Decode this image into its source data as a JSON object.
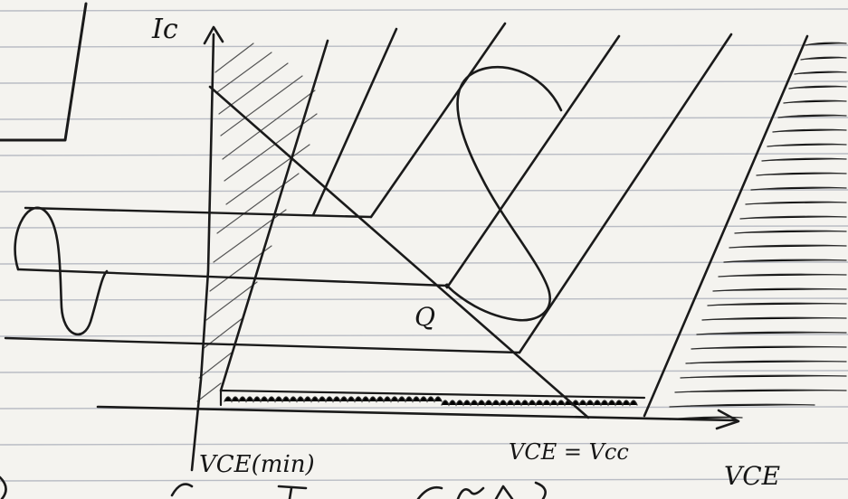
{
  "diagram": {
    "axis_labels": {
      "y": "Ic",
      "x": "VCE"
    },
    "point_labels": {
      "q_point": "Q",
      "vce_min": "VCE(min)",
      "vce_cutoff": "VCE = Vcc"
    },
    "colors": {
      "ink": "#1a1a1a",
      "paper": "#f4f3ef",
      "ruled_lines": "#b9bcc4"
    }
  }
}
